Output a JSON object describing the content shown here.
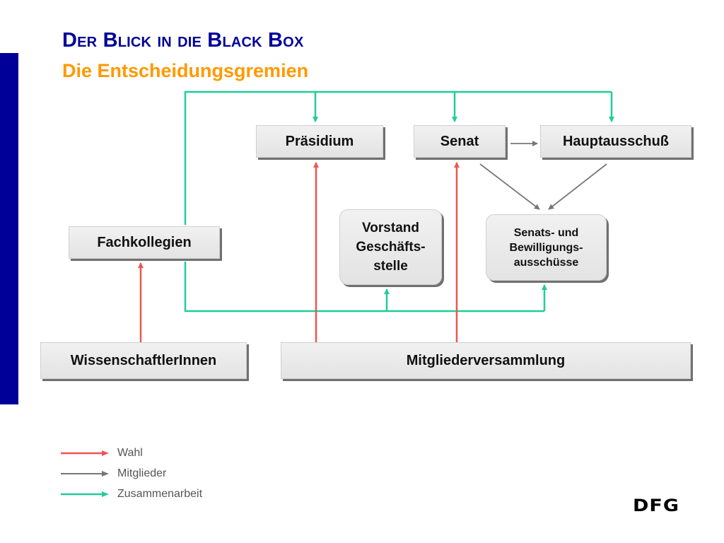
{
  "slide": {
    "title": "Der Blick in die Black Box",
    "subtitle": "Die Entscheidungsgremien"
  },
  "nodes": {
    "praesidium": "Präsidium",
    "senat": "Senat",
    "hauptausschuss": "Hauptausschuß",
    "fachkollegien": "Fachkollegien",
    "vorstand": [
      "Vorstand",
      "Geschäfts-",
      "stelle"
    ],
    "ausschuesse": [
      "Senats- und",
      "Bewilligungs-",
      "ausschüsse"
    ],
    "wissenschaftler": "WissenschaftlerInnen",
    "mitgliederversammlung": "Mitgliederversammlung"
  },
  "legend": [
    {
      "label": "Wahl",
      "color": "#ee5555"
    },
    {
      "label": "Mitglieder",
      "color": "#777777"
    },
    {
      "label": "Zusammenarbeit",
      "color": "#22cc99"
    }
  ],
  "colors": {
    "title": "#000099",
    "subtitle": "#ff9900",
    "wahl": "#ee5555",
    "mitglieder": "#777777",
    "zusammenarbeit": "#22cc99",
    "side_bar": "#000099"
  },
  "logo": "DFG"
}
